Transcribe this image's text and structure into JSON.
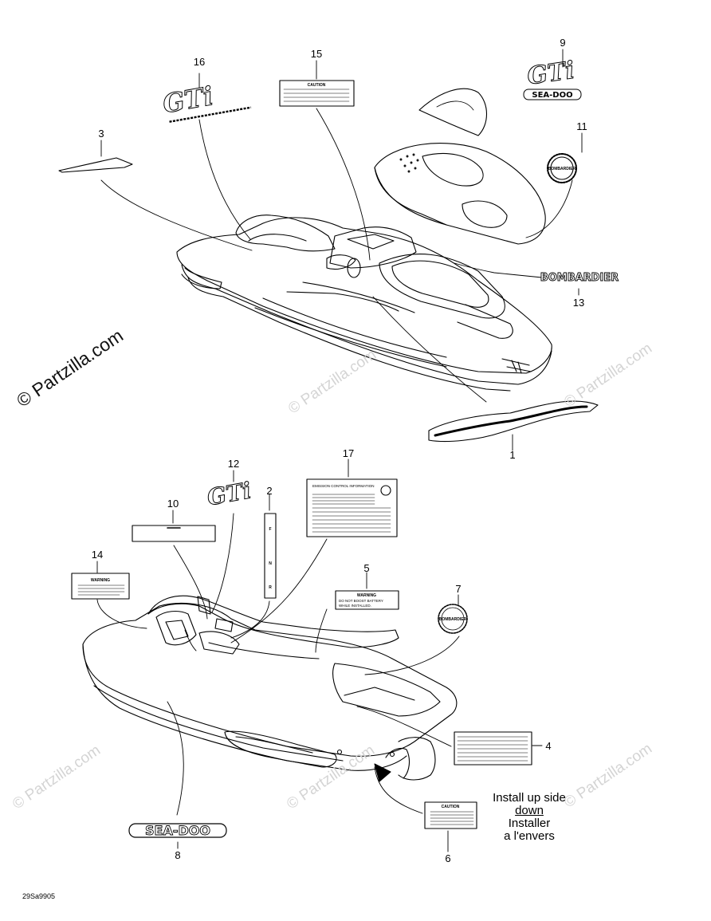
{
  "watermark": {
    "text": "© Partzilla.com",
    "color": "#d4d4d4"
  },
  "brand_watermark": "© Partzilla.com",
  "figure_code": "29Sa9905",
  "install_note": {
    "line1": "Install up side",
    "line2": "down",
    "line3": "Installer",
    "line4": "a l'envers"
  },
  "callouts": [
    "1",
    "2",
    "3",
    "4",
    "5",
    "6",
    "7",
    "8",
    "9",
    "10",
    "11",
    "12",
    "13",
    "14",
    "15",
    "16",
    "17"
  ],
  "decals": {
    "gti_logo": "GTi",
    "seadoo_logo": "SEA-DOO",
    "bombardier_word": "BOMBARDIER",
    "bombardier_seal": "BOMBARDIER",
    "caution_title": "CAUTION",
    "warning_title": "WARNING",
    "warning_5_line1": "DO NOT BOOST BATTERY",
    "warning_5_line2": "WHILE INSTALLED.",
    "emission_title": "EMISSION CONTROL INFORMATION",
    "label_2_letters": [
      "F",
      "N",
      "R"
    ]
  }
}
